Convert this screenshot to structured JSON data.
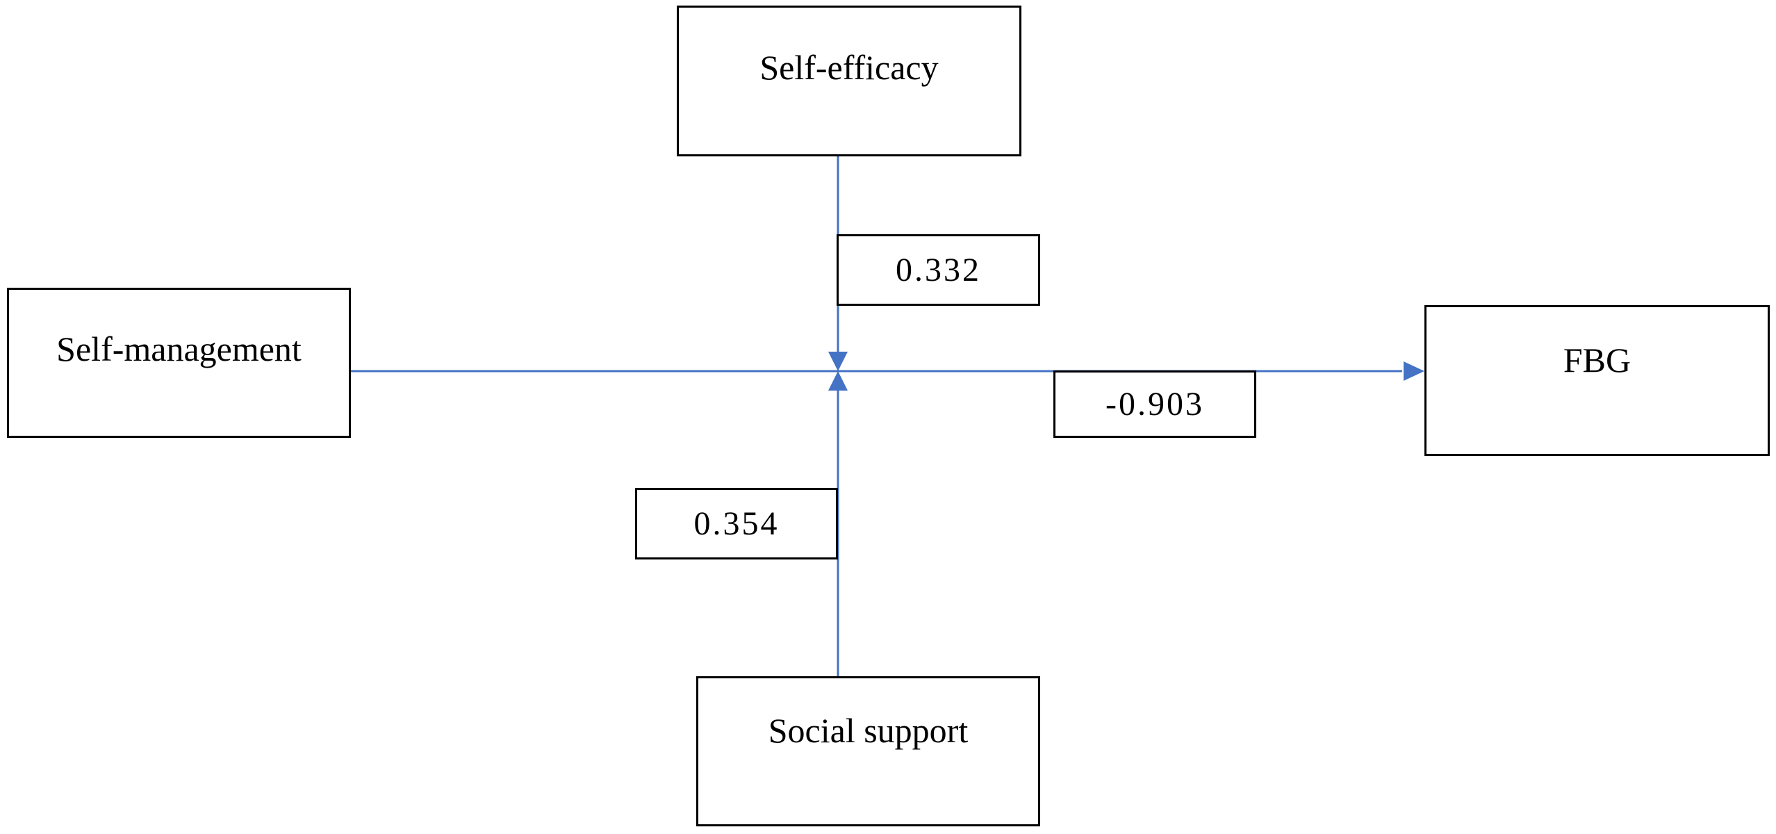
{
  "diagram": {
    "nodes": {
      "self_efficacy": "Self-efficacy",
      "self_management": "Self-management",
      "social_support": "Social support",
      "fbg": "FBG"
    },
    "coefficients": {
      "self_efficacy": "0.332",
      "fbg": "-0.903",
      "social_support": "0.354"
    },
    "edges": [
      {
        "from": "Self-management",
        "to": "FBG"
      },
      {
        "from": "Self-efficacy",
        "to": "Self-management → FBG path"
      },
      {
        "from": "Social support",
        "to": "Self-management → FBG path"
      }
    ],
    "colors": {
      "arrow": "#4472c4",
      "box_border": "#000000",
      "text": "#000000"
    }
  }
}
